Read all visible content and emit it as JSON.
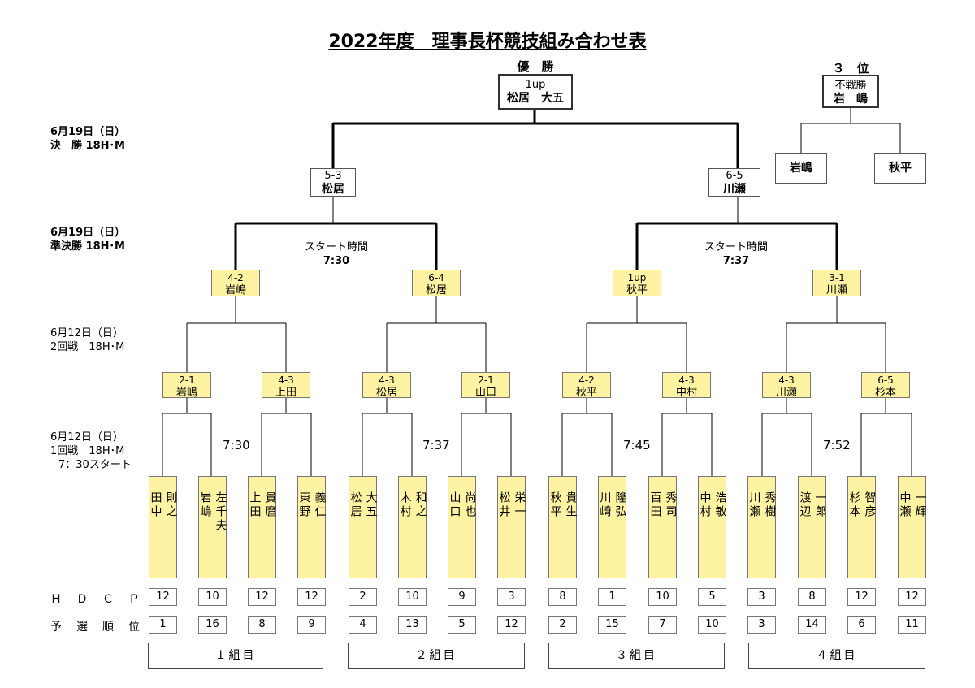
{
  "title": "2022年度　理事長杯競技組み合わせ表",
  "champion": {
    "caption": "優　勝",
    "score": "1up",
    "name": "松居　大五"
  },
  "third": {
    "caption": "３　位",
    "score": "不戦勝",
    "name": "岩　嶋",
    "left": "岩嶋",
    "right": "秋平"
  },
  "rounds": {
    "final": {
      "date": "6月19日（日）",
      "name": "決　勝 18H･M"
    },
    "semi": {
      "date": "6月19日（日）",
      "name": "準決勝 18H･M"
    },
    "second": {
      "date": "6月12日（日）",
      "name": "2回戦　18H･M"
    },
    "first": {
      "date": "6月12日（日）",
      "name": "1回戦　18H･M",
      "start": "7：30スタート"
    }
  },
  "final_boxes": [
    {
      "score": "5-3",
      "name": "松居"
    },
    {
      "score": "6-5",
      "name": "川瀬"
    }
  ],
  "semi_start": [
    {
      "label": "スタート時間",
      "time": "7:30"
    },
    {
      "label": "スタート時間",
      "time": "7:37"
    }
  ],
  "semi_boxes": [
    {
      "score": "4-2",
      "name": "岩嶋"
    },
    {
      "score": "6-4",
      "name": "松居"
    },
    {
      "score": "1up",
      "name": "秋平"
    },
    {
      "score": "3-1",
      "name": "川瀬"
    }
  ],
  "second_boxes": [
    {
      "score": "2-1",
      "name": "岩嶋"
    },
    {
      "score": "4-3",
      "name": "上田"
    },
    {
      "score": "4-3",
      "name": "松居"
    },
    {
      "score": "2-1",
      "name": "山口"
    },
    {
      "score": "4-2",
      "name": "秋平"
    },
    {
      "score": "4-3",
      "name": "中村"
    },
    {
      "score": "4-3",
      "name": "川瀬"
    },
    {
      "score": "6-5",
      "name": "杉本"
    }
  ],
  "first_times": [
    "7:30",
    "7:37",
    "7:45",
    "7:52"
  ],
  "players": [
    {
      "surname": "田中",
      "given": "則之",
      "hdcp": "12",
      "rank": "1"
    },
    {
      "surname": "岩嶋",
      "given": "左千夫",
      "hdcp": "10",
      "rank": "16"
    },
    {
      "surname": "上田",
      "given": "貴麿",
      "hdcp": "12",
      "rank": "8"
    },
    {
      "surname": "東野",
      "given": "義仁",
      "hdcp": "12",
      "rank": "9"
    },
    {
      "surname": "松居",
      "given": "大五",
      "hdcp": "2",
      "rank": "4"
    },
    {
      "surname": "木村",
      "given": "和之",
      "hdcp": "10",
      "rank": "13"
    },
    {
      "surname": "山口",
      "given": "尚也",
      "hdcp": "9",
      "rank": "5"
    },
    {
      "surname": "松井",
      "given": "栄一",
      "hdcp": "3",
      "rank": "12"
    },
    {
      "surname": "秋平",
      "given": "貴生",
      "hdcp": "8",
      "rank": "2"
    },
    {
      "surname": "川崎",
      "given": "隆弘",
      "hdcp": "1",
      "rank": "15"
    },
    {
      "surname": "百田",
      "given": "秀司",
      "hdcp": "10",
      "rank": "7"
    },
    {
      "surname": "中村",
      "given": "浩敏",
      "hdcp": "5",
      "rank": "10"
    },
    {
      "surname": "川瀬",
      "given": "秀樹",
      "hdcp": "3",
      "rank": "3"
    },
    {
      "surname": "渡辺",
      "given": "一郎",
      "hdcp": "8",
      "rank": "14"
    },
    {
      "surname": "杉本",
      "given": "智彦",
      "hdcp": "12",
      "rank": "6"
    },
    {
      "surname": "中瀬",
      "given": "一輝",
      "hdcp": "12",
      "rank": "11"
    }
  ],
  "labels": {
    "hdcp": "ＨＤＣＰ",
    "rank": "予選順位"
  },
  "groups": [
    "１組目",
    "２組目",
    "３組目",
    "４組目"
  ]
}
